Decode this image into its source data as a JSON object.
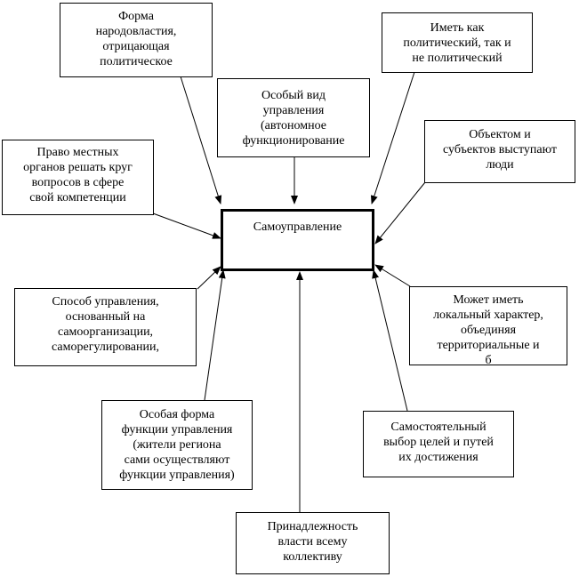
{
  "center": {
    "text": "Самоуправление"
  },
  "boxes": {
    "forma": {
      "lines": [
        "Форма",
        "народовластия,",
        "отрицающая",
        "политическое"
      ]
    },
    "imet": {
      "lines": [
        "Иметь как",
        "политический, так и",
        "не политический"
      ]
    },
    "osobyi_vid": {
      "lines": [
        "Особый вид",
        "управления",
        "(автономное",
        "функционирование"
      ]
    },
    "pravo": {
      "lines": [
        "Право местных",
        "органов решать круг",
        "вопросов в сфере",
        "свой компетенции"
      ]
    },
    "obektom": {
      "lines": [
        "Объектом и",
        "субъектов выступают",
        "люди"
      ]
    },
    "sposob": {
      "lines": [
        "Способ управления,",
        "основанный на",
        "самоорганизации,",
        "саморегулировании,"
      ]
    },
    "mozhet": {
      "lines": [
        "Может иметь",
        "локальный характер,",
        "объединяя",
        "территориальные и",
        "б"
      ]
    },
    "osobaya_forma": {
      "lines": [
        "Особая форма",
        "функции управления",
        "(жители региона",
        "сами осуществляют",
        "функции управления)"
      ]
    },
    "samostoyatelnyi": {
      "lines": [
        "Самостоятельный",
        "выбор целей и путей",
        "их достижения"
      ]
    },
    "prinadlezhnost": {
      "lines": [
        "Принадлежность",
        "власти всему",
        "коллективу"
      ]
    }
  }
}
